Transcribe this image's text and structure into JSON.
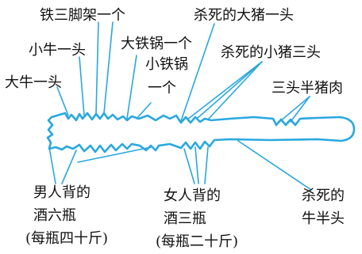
{
  "labels": {
    "iron_tripod": "铁三脚架一个",
    "ox": "小牛一头",
    "big_wok": "大铁锅一个",
    "small_wok_line1": "小铁锅",
    "small_wok_line2": "一个",
    "big_ox": "大牛一头",
    "big_pig": "杀死的大猪一头",
    "small_pigs": "杀死的小猪三头",
    "half_pig": "三头半猪肉",
    "men_wine_line1": "男人背的",
    "men_wine_line2": "酒六瓶",
    "men_wine_line3": "(每瓶四十斤)",
    "women_wine_line1": "女人背的",
    "women_wine_line2": "酒三瓶",
    "women_wine_line3": "(每瓶二十斤)",
    "half_ox_line1": "杀死的",
    "half_ox_line2": "牛半头"
  },
  "colors": {
    "stick": "#29a8df",
    "pointer": "#29a8df",
    "text": "#111111",
    "background": "#ffffff"
  }
}
